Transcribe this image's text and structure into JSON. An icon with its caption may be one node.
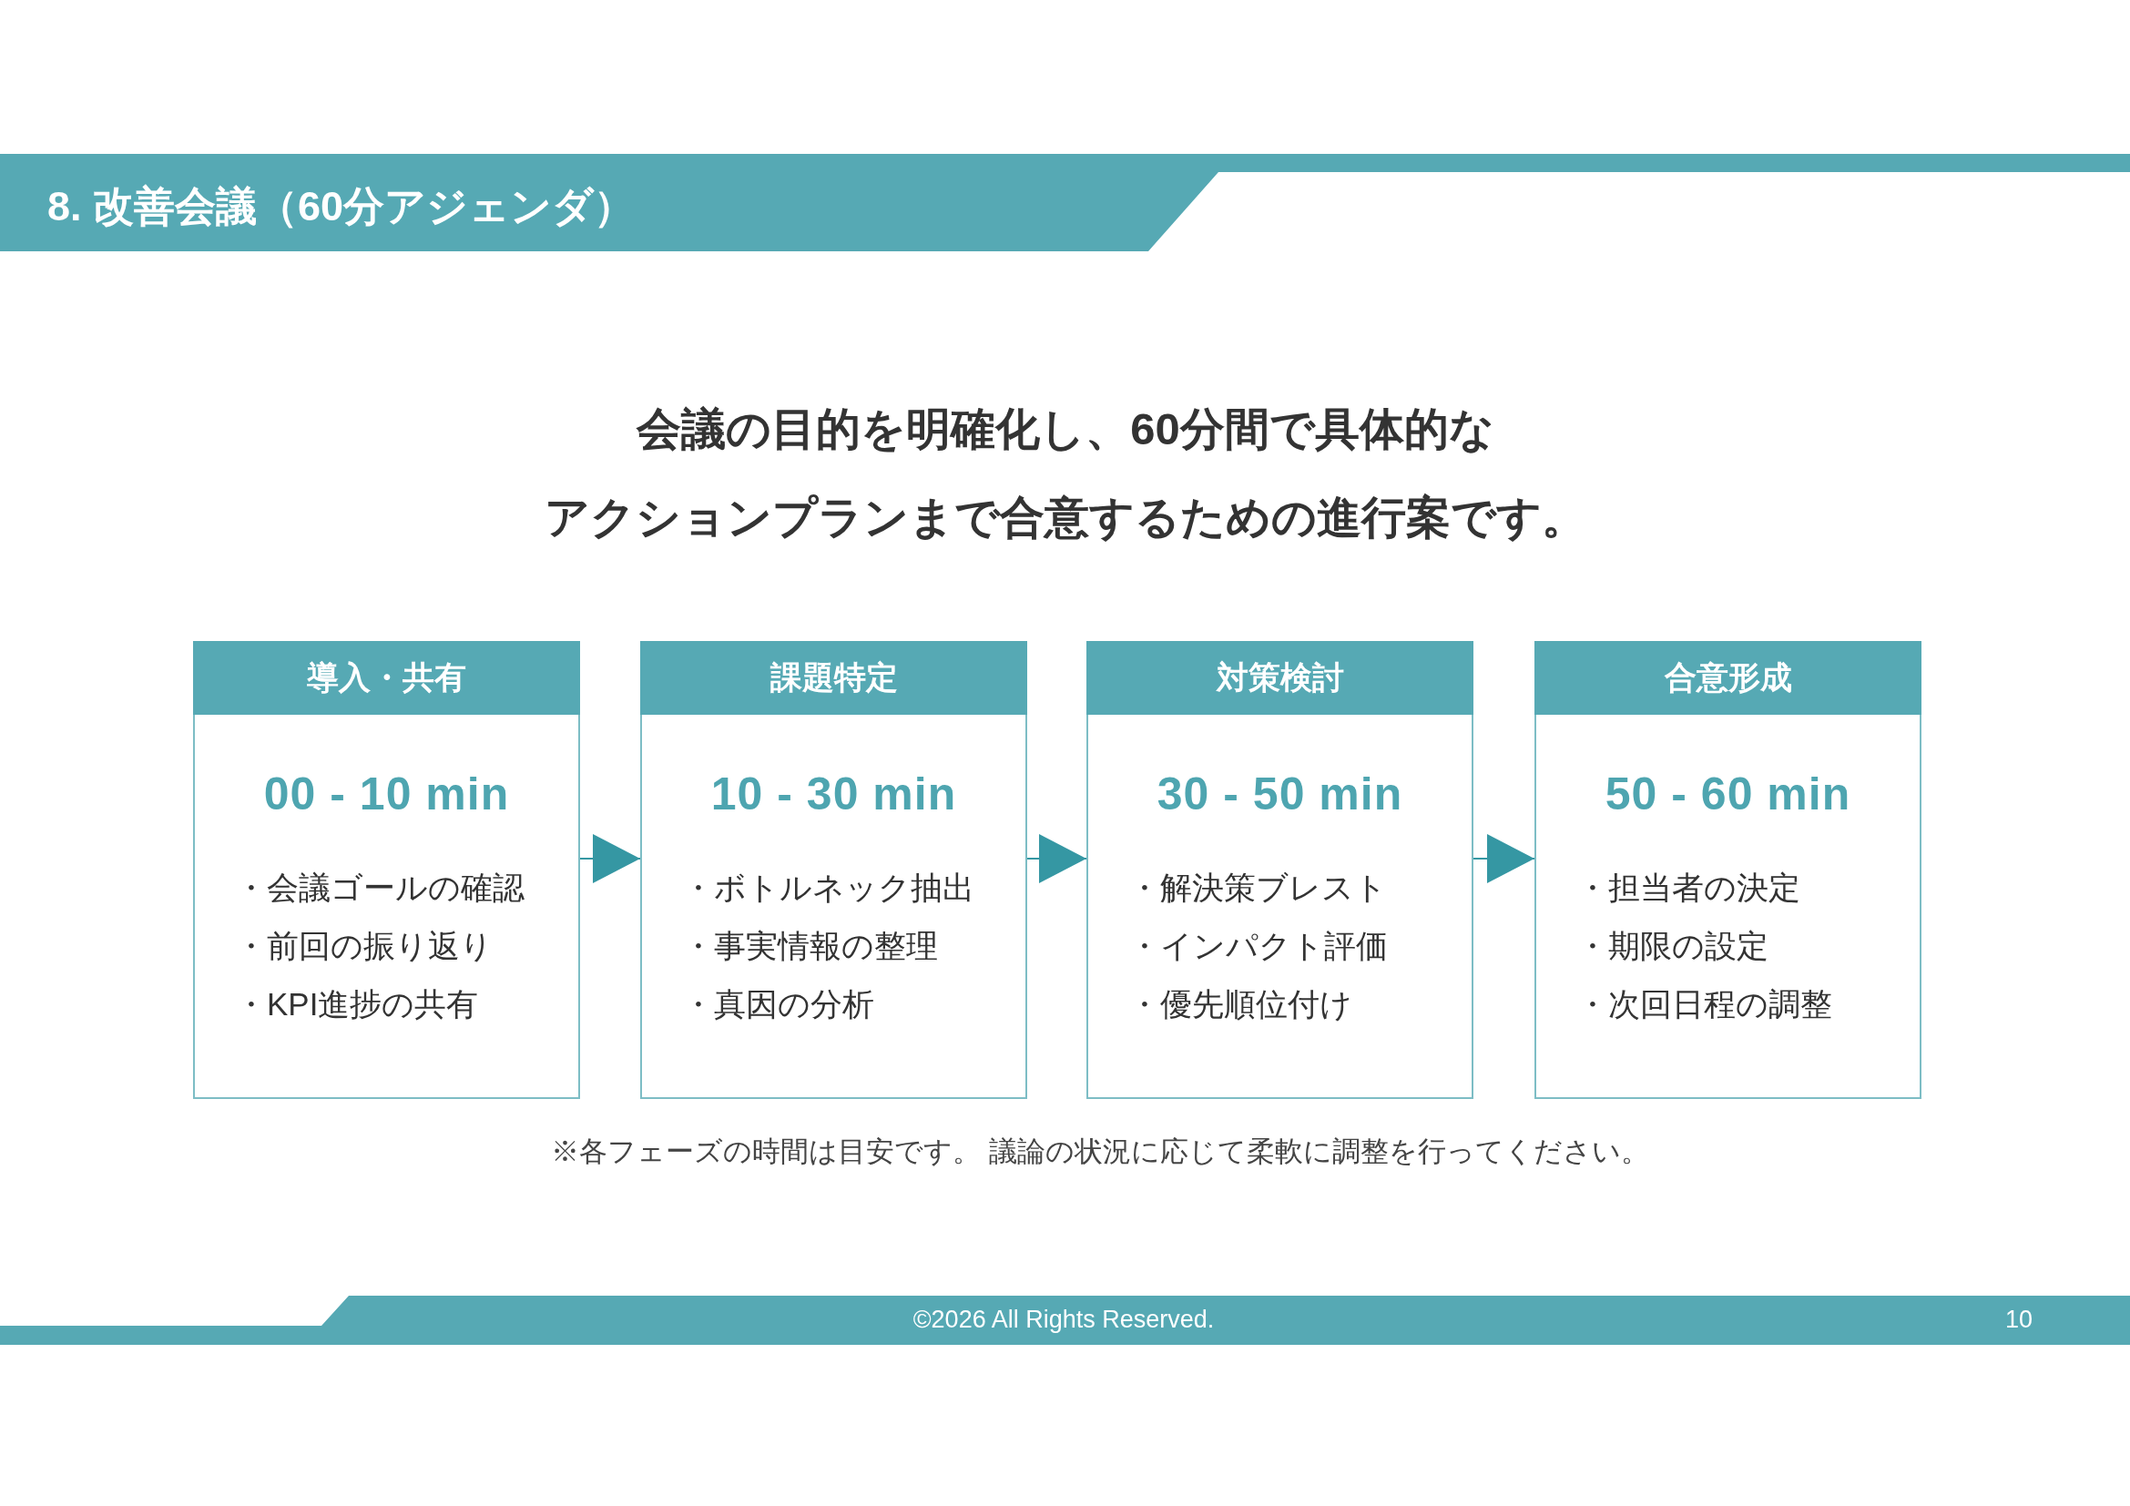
{
  "diagram": {
    "title": "8. 改善会議（60分アジェンダ）",
    "nodes": [
      {
        "text": [
          "導入・共有",
          "00 - 10 min",
          "・会議ゴールの確認",
          "・前回の振り返り",
          "・KPI進捗の共有"
        ]
      },
      {
        "text": [
          "課題特定",
          "10 - 30 min",
          "・ボトルネック抽出",
          "・事実情報の整理",
          "・真因の分析"
        ]
      },
      {
        "text": [
          "対策検討",
          "30 - 50 min",
          "・解決策ブレスト",
          "・インパクト評価",
          "・優先順位付け"
        ]
      },
      {
        "text": [
          "合意形成",
          "50 - 60 min",
          "・担当者の決定",
          "・期限の設定",
          "・次回日程の調整"
        ]
      }
    ],
    "edges": [
      {
        "from": 0,
        "to": 1,
        "arrow": "to"
      },
      {
        "from": 1,
        "to": 2,
        "arrow": "to"
      },
      {
        "from": 2,
        "to": 3,
        "arrow": "to"
      }
    ],
    "labels": [
      "会議の目的を明確化し、60分間で具体的なアクションプランまで合意するための進行案です。",
      "※各フェーズの時間は目安です。 議論の状況に応じて柔軟に調整を行ってください。",
      "©2026 All Rights Reserved.",
      "10"
    ]
  }
}
